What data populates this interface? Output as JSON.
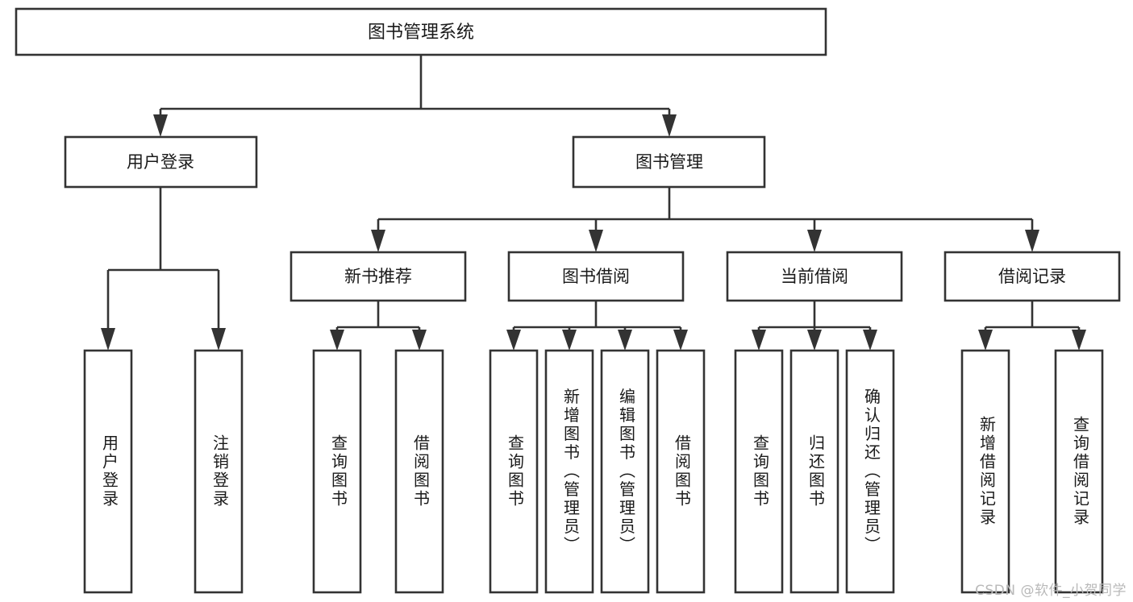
{
  "diagram": {
    "title": "图书管理系统",
    "type": "tree-hierarchy",
    "orientation": "top-down",
    "colors": {
      "box_stroke": "#333333",
      "box_fill": "#ffffff",
      "connector": "#333333",
      "text": "#1a1a1a",
      "background": "#ffffff",
      "watermark": "#b9b9b9"
    }
  },
  "nodes": {
    "root": {
      "label": "图书管理系统"
    },
    "level2": [
      {
        "label": "用户登录"
      },
      {
        "label": "图书管理"
      }
    ],
    "level3": [
      {
        "label": "新书推荐"
      },
      {
        "label": "图书借阅"
      },
      {
        "label": "当前借阅"
      },
      {
        "label": "借阅记录"
      }
    ],
    "leaves": {
      "user_login": [
        {
          "label": "用户登录"
        },
        {
          "label": "注销登录"
        }
      ],
      "new_book_recommend": [
        {
          "label": "查询图书"
        },
        {
          "label": "借阅图书"
        }
      ],
      "book_borrow": [
        {
          "label": "查询图书"
        },
        {
          "label": "新增图书（管理员）"
        },
        {
          "label": "编辑图书（管理员）"
        },
        {
          "label": "借阅图书"
        }
      ],
      "current_borrow": [
        {
          "label": "查询图书"
        },
        {
          "label": "归还图书"
        },
        {
          "label": "确认归还（管理员）"
        }
      ],
      "borrow_record": [
        {
          "label": "新增借阅记录"
        },
        {
          "label": "查询借阅记录"
        }
      ]
    }
  },
  "watermark": {
    "text": "CSDN @软件_小贺同学"
  }
}
